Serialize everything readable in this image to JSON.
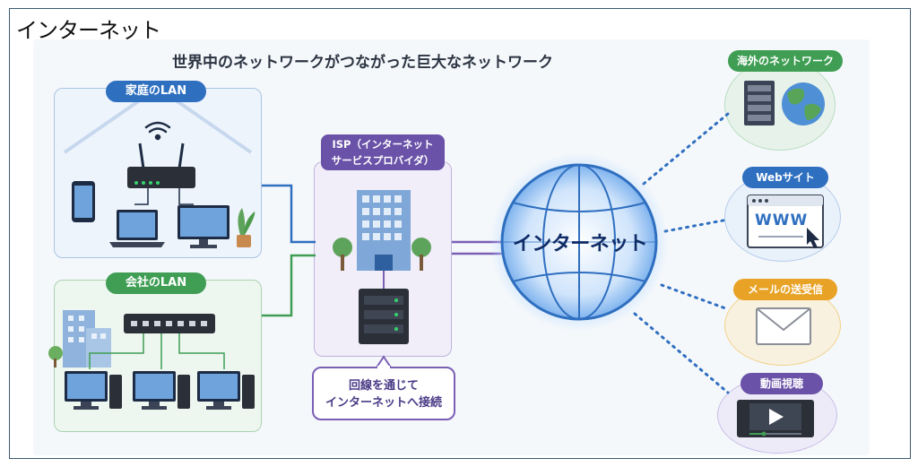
{
  "page_title": "インターネット",
  "headline": "世界中のネットワークがつながった巨大なネットワーク",
  "home_lan": {
    "label": "家庭のLAN"
  },
  "office_lan": {
    "label": "会社のLAN"
  },
  "isp": {
    "label_line1": "ISP（インターネット",
    "label_line2": "サービスプロバイダ）"
  },
  "callout": {
    "line1": "回線を通じて",
    "line2": "インターネットへ接続"
  },
  "globe": {
    "label": "インターネット"
  },
  "services": [
    {
      "label": "海外のネットワーク",
      "color": "#3f9e54"
    },
    {
      "label": "Webサイト",
      "color": "#2f6fc0"
    },
    {
      "label": "メールの送受信",
      "color": "#e8a326"
    },
    {
      "label": "動画視聴",
      "color": "#6a52a8"
    }
  ],
  "web_text": "WWW",
  "colors": {
    "home_line": "#2f6fc0",
    "office_line": "#3f9e54",
    "isp_line": "#7a5fb5",
    "dots": "#2f6fc0"
  }
}
